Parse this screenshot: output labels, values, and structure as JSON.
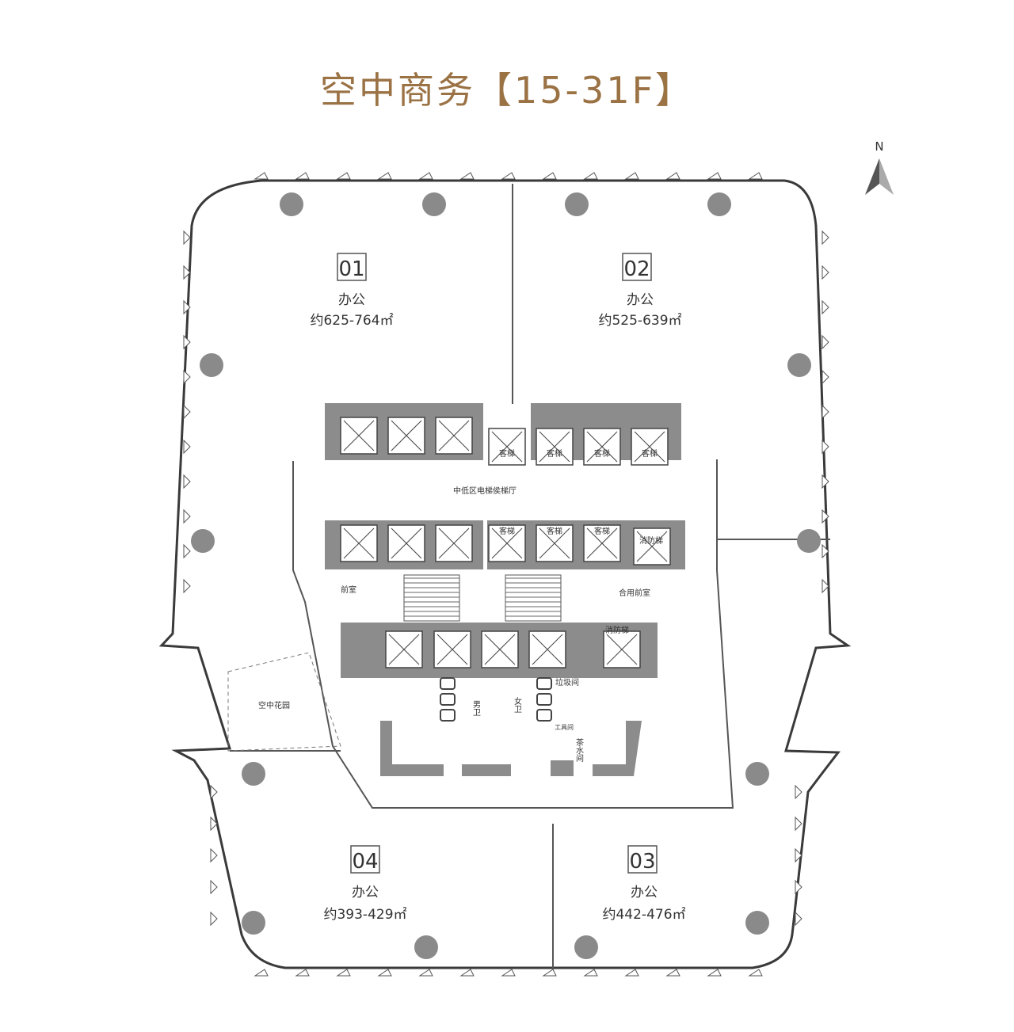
{
  "title": "空中商务【15-31F】",
  "compass": {
    "label": "N",
    "icon": "north-arrow-icon"
  },
  "units": [
    {
      "id": "01",
      "use": "办公",
      "area": "约625-764㎡"
    },
    {
      "id": "02",
      "use": "办公",
      "area": "约525-639㎡"
    },
    {
      "id": "03",
      "use": "办公",
      "area": "约442-476㎡"
    },
    {
      "id": "04",
      "use": "办公",
      "area": "约393-429㎡"
    }
  ],
  "core": {
    "lobby": "中低区电梯侯梯厅",
    "passenger_elevator": "客梯",
    "fire_elevator": "消防梯",
    "front_room": "前室",
    "shared_front_room": "合用前室",
    "garbage_room": "垃圾间",
    "tool_room": "工具间",
    "tea_room": "茶水间",
    "male_wc": "男卫",
    "female_wc": "女卫"
  },
  "sky_garden": "空中花园",
  "colors": {
    "title": "#9a7244",
    "wall": "#8c8c8c",
    "line": "#3a3a3a",
    "column": "#8a8a8a",
    "label_box": "#555555",
    "text": "#333333"
  }
}
